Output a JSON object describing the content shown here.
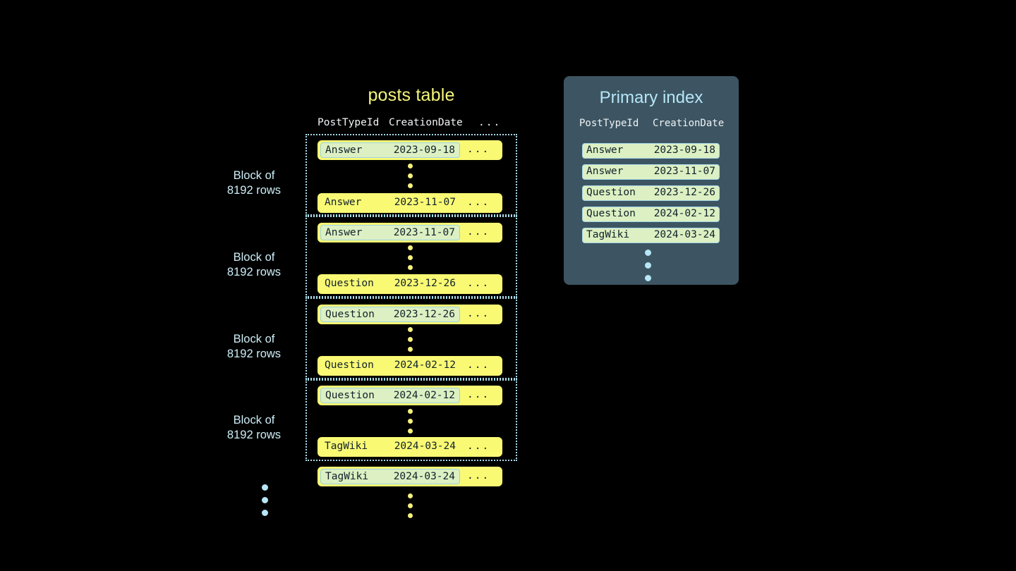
{
  "posts_table": {
    "title": "posts table",
    "columns": {
      "post_type_id": "PostTypeId",
      "creation_date": "CreationDate",
      "more": "..."
    },
    "blocks": [
      {
        "label_line1": "Block of",
        "label_line2": "8192 rows",
        "first_row": {
          "type": "Answer",
          "date": "2023-09-18",
          "more": "...",
          "highlighted": true
        },
        "last_row": {
          "type": "Answer",
          "date": "2023-11-07",
          "more": "...",
          "highlighted": false
        }
      },
      {
        "label_line1": "Block of",
        "label_line2": "8192 rows",
        "first_row": {
          "type": "Answer",
          "date": "2023-11-07",
          "more": "...",
          "highlighted": true
        },
        "last_row": {
          "type": "Question",
          "date": "2023-12-26",
          "more": "...",
          "highlighted": false
        }
      },
      {
        "label_line1": "Block of",
        "label_line2": "8192 rows",
        "first_row": {
          "type": "Question",
          "date": "2023-12-26",
          "more": "...",
          "highlighted": true
        },
        "last_row": {
          "type": "Question",
          "date": "2024-02-12",
          "more": "...",
          "highlighted": false
        }
      },
      {
        "label_line1": "Block of",
        "label_line2": "8192 rows",
        "first_row": {
          "type": "Question",
          "date": "2024-02-12",
          "more": "...",
          "highlighted": true
        },
        "last_row": {
          "type": "TagWiki",
          "date": "2024-03-24",
          "more": "...",
          "highlighted": false
        }
      }
    ],
    "trailing_row": {
      "type": "TagWiki",
      "date": "2024-03-24",
      "more": "...",
      "highlighted": true
    }
  },
  "primary_index": {
    "title": "Primary index",
    "columns": {
      "post_type_id": "PostTypeId",
      "creation_date": "CreationDate"
    },
    "entries": [
      {
        "type": "Answer",
        "date": "2023-09-18"
      },
      {
        "type": "Answer",
        "date": "2023-11-07"
      },
      {
        "type": "Question",
        "date": "2023-12-26"
      },
      {
        "type": "Question",
        "date": "2024-02-12"
      },
      {
        "type": "TagWiki",
        "date": "2024-03-24"
      }
    ]
  },
  "colors": {
    "background": "#000000",
    "row_yellow": "#f9f974",
    "highlight_green": "#dcf0c3",
    "highlight_border": "#9ed2e4",
    "panel_slate": "#3d5562",
    "accent_blue": "#b5e6f7",
    "title_yellow": "#f5f57a",
    "text_dark": "#11212b",
    "dot_yellow": "#f3f07c"
  }
}
